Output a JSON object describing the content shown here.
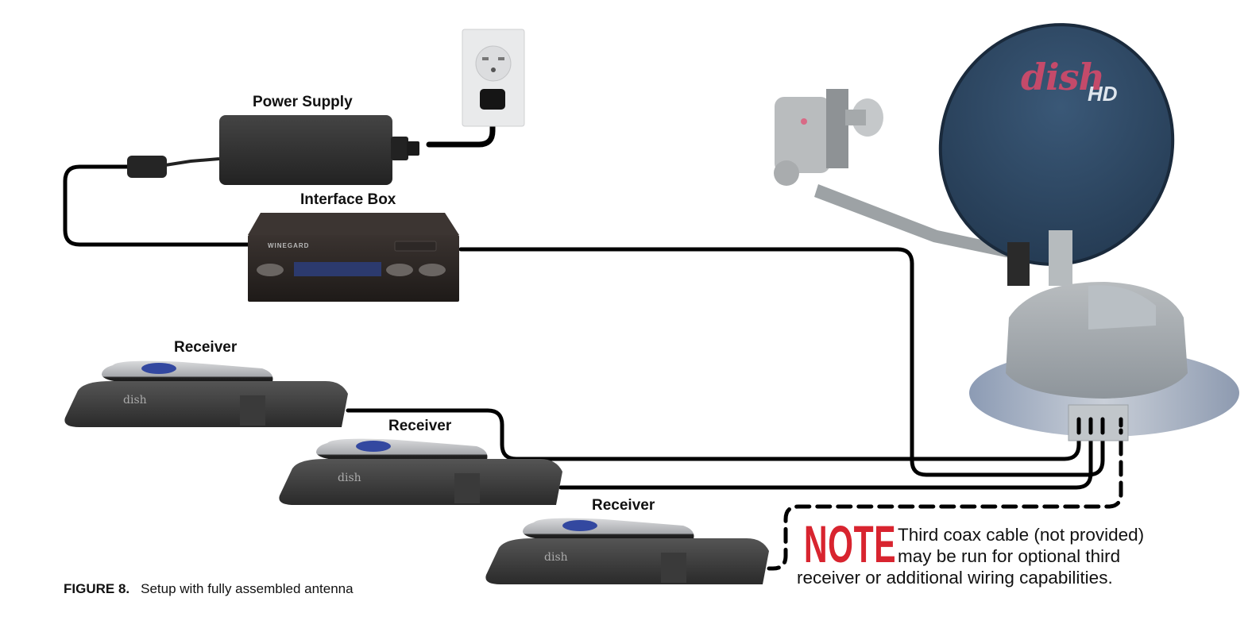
{
  "figure": {
    "number_label": "FIGURE 8.",
    "caption": "Setup with fully assembled antenna"
  },
  "components": {
    "power_supply": "Power Supply",
    "interface_box": "Interface Box",
    "receivers": [
      "Receiver",
      "Receiver",
      "Receiver"
    ],
    "interface_box_brand": "WINEGARD",
    "dish_logo": "dish",
    "dish_logo_suffix": "HD",
    "receiver_logo": "dish"
  },
  "note": {
    "heading": "NOTE",
    "lines": [
      "Third coax cable (not provided)",
      "may be run for optional third",
      "receiver or additional wiring capabilities."
    ]
  },
  "colors": {
    "note_red": "#d8242f",
    "dish_blue": "#2e4763",
    "dish_logo_pink": "#c44a6a",
    "cable_black": "#000000",
    "device_dark": "#2b2b2b",
    "antenna_gray": "#a8adb0"
  }
}
